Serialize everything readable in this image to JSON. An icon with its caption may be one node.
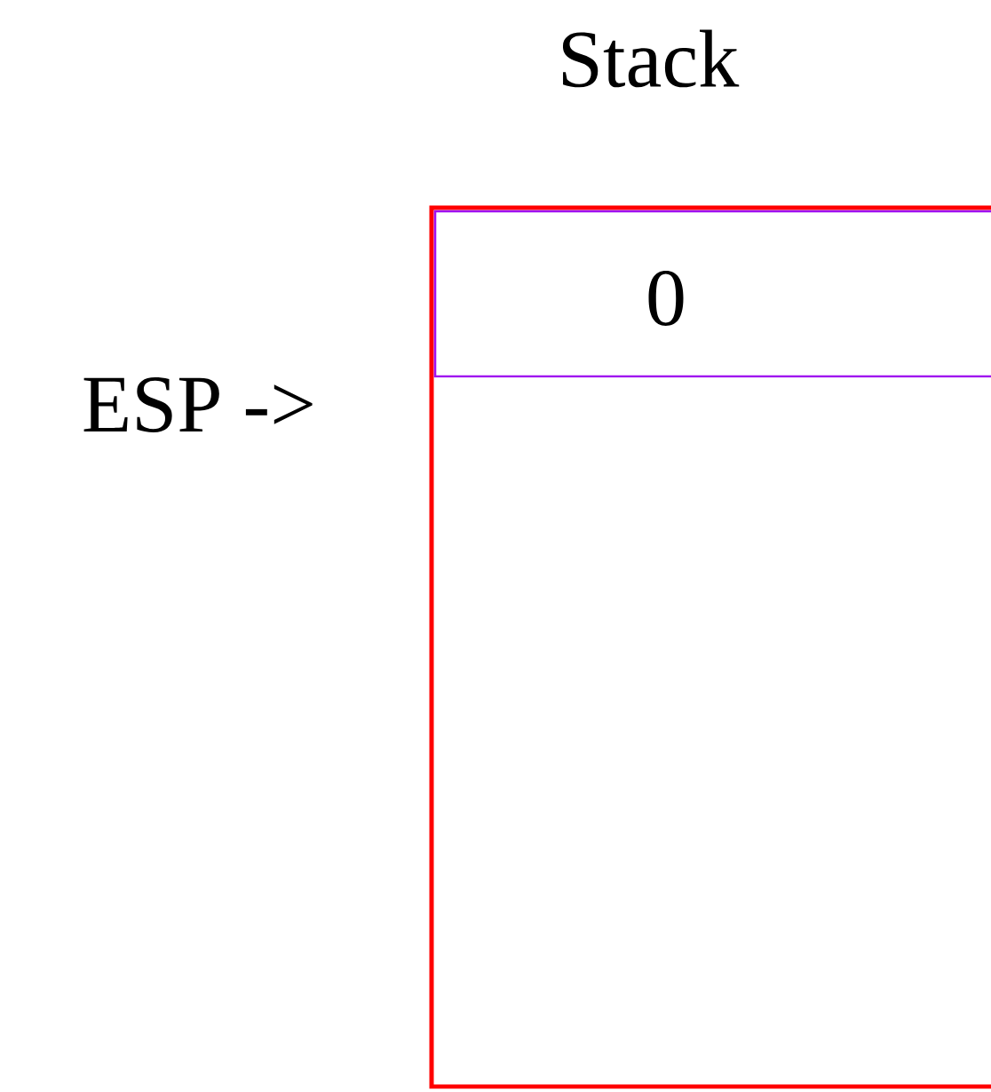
{
  "diagram": {
    "nodes": [
      {
        "text": [
          "Stack"
        ]
      },
      {
        "text": [
          "0"
        ],
        "in": 0
      }
    ],
    "labels": [
      "ESP ->"
    ]
  }
}
